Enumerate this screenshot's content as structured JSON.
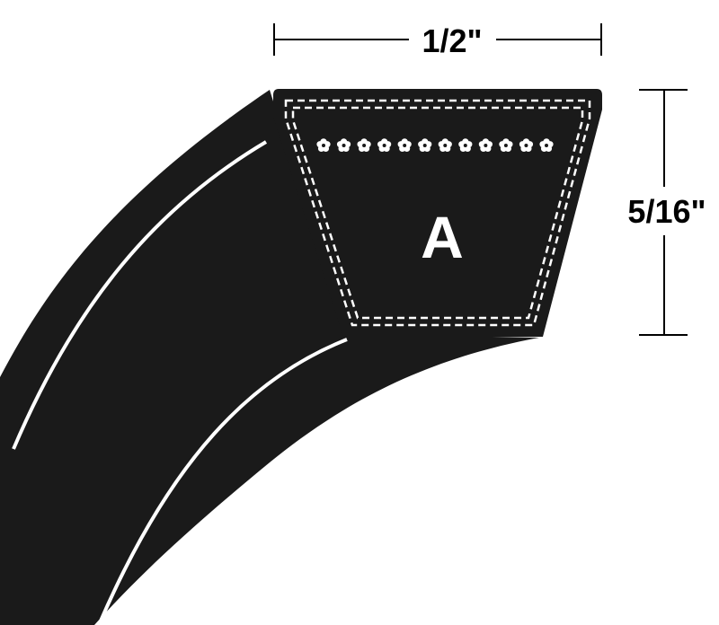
{
  "diagram": {
    "belt_section_label": "A",
    "top_width_label": "1/2\"",
    "thickness_label": "5/16\"",
    "belt_color": "#1a1a1a",
    "stitch_color": "#ffffff",
    "dimension_line_color": "#000000",
    "cord_count": 12
  }
}
